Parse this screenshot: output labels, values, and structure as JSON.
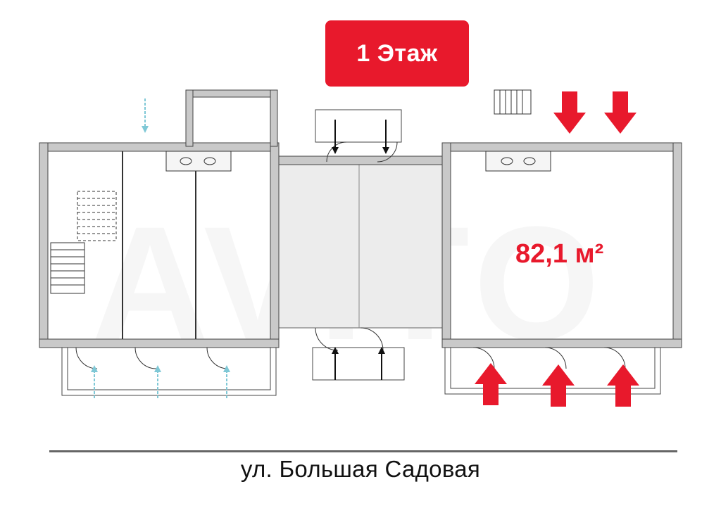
{
  "floor_label": "1 Этаж",
  "area_label": "82,1 м²",
  "street_label": "ул. Большая Садовая",
  "watermark_text": "AVITO",
  "colors": {
    "accent": "#e8192c",
    "wall": "#c9c9c9",
    "wall_stroke": "#444444",
    "entry_arrow_light": "#7fc8d6",
    "atrium_fill": "#ececec"
  },
  "icons": [
    "entry-arrow-icon",
    "door-swing-icon",
    "stair-icon",
    "toilet-icon"
  ]
}
